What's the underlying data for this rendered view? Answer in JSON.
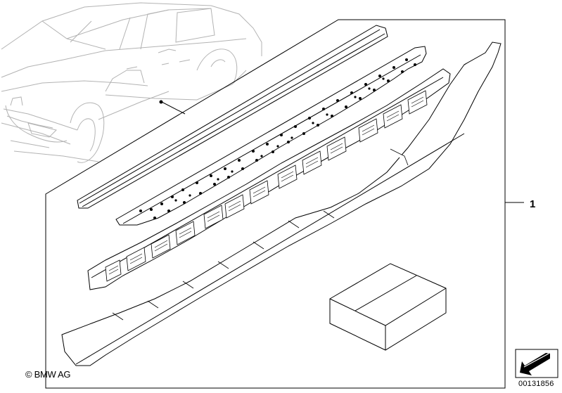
{
  "callout": {
    "number": "1"
  },
  "footer": {
    "copyright": "© BMW AG",
    "diagram_id": "00131856"
  },
  "icons": {
    "nav": "arrow-down-left-icon"
  },
  "colors": {
    "line": "#000000",
    "background": "#ffffff",
    "car_sketch": "#b0b0b0"
  }
}
